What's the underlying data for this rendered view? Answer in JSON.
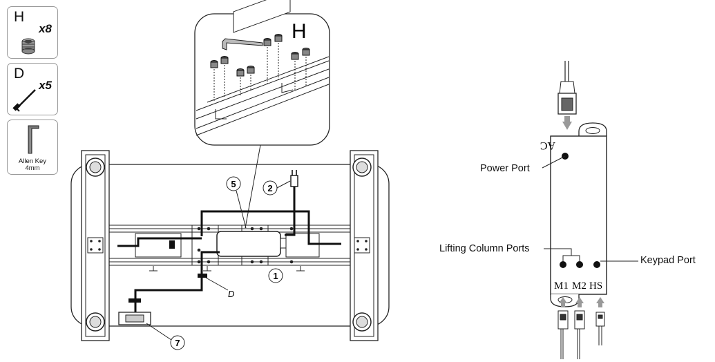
{
  "parts": [
    {
      "letter": "H",
      "qty": "x8",
      "icon": "set-screw-icon"
    },
    {
      "letter": "D",
      "qty": "x5",
      "icon": "cable-clip-icon"
    },
    {
      "caption_line1": "Allen Key",
      "caption_line2": "4mm",
      "icon": "allen-key-icon"
    }
  ],
  "detail": {
    "letter": "H"
  },
  "callouts": {
    "frame": "1",
    "power_cord": "2",
    "control_box": "5",
    "keypad": "7",
    "clip": "D"
  },
  "control_box": {
    "ac_label": "AC",
    "m1": "M1",
    "m2": "M2",
    "hs": "HS"
  },
  "labels": {
    "power_port": "Power Port",
    "lifting_column_ports": "Lifting Column Ports",
    "keypad_port": "Keypad Port"
  }
}
